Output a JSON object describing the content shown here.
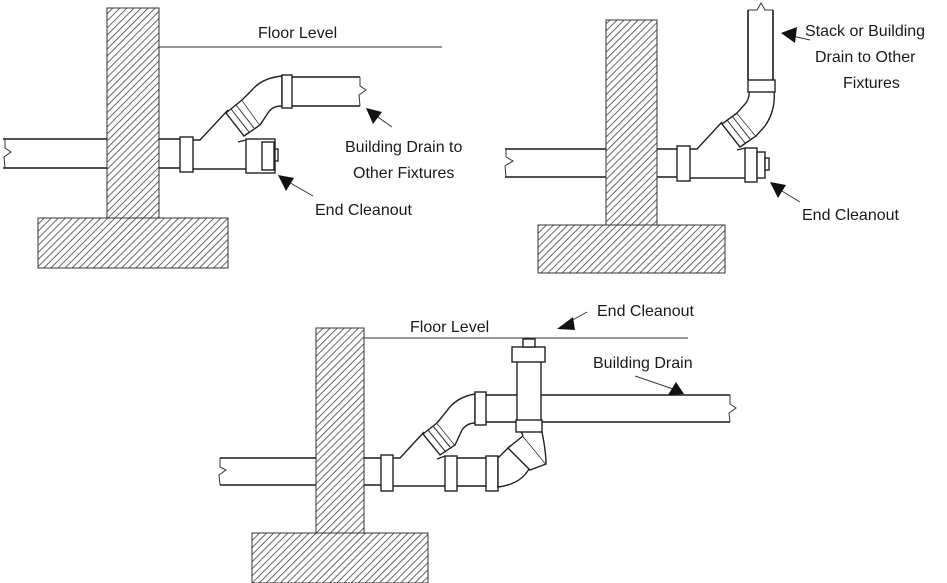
{
  "panels": [
    {
      "floor_label": "Floor Level",
      "drain_label_lines": [
        "Building Drain to",
        "Other Fixtures"
      ],
      "cleanout_label": "End Cleanout"
    },
    {
      "stack_label_lines": [
        "Stack or Building",
        "Drain to Other",
        "Fixtures"
      ],
      "cleanout_label": "End Cleanout"
    },
    {
      "floor_label": "Floor Level",
      "cleanout_label": "End Cleanout",
      "drain_label": "Building Drain"
    }
  ],
  "colors": {
    "line": "#1a1a1a",
    "background": "#ffffff"
  }
}
